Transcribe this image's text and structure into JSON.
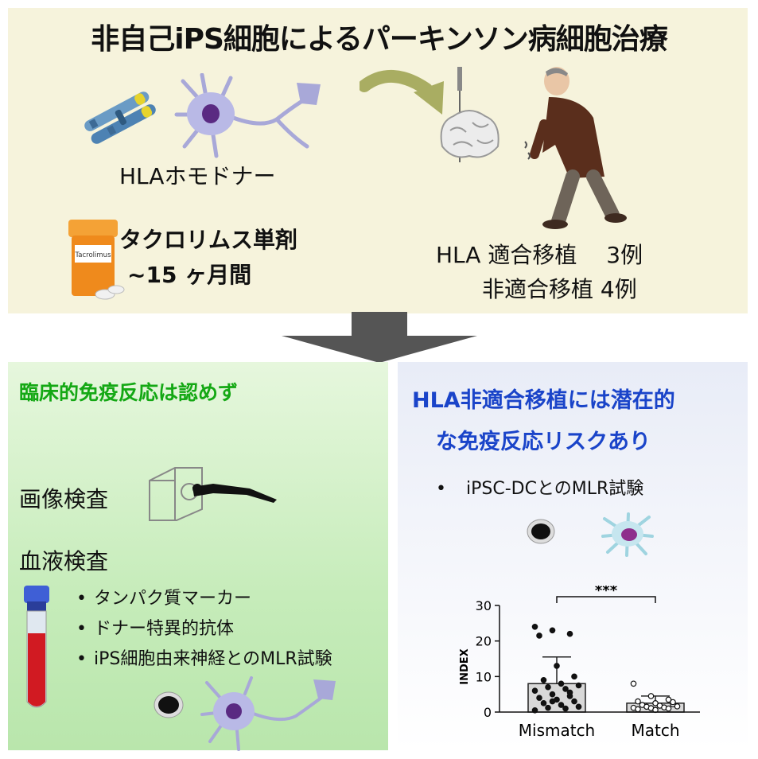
{
  "title": "非自己iPS細胞によるパーキンソン病細胞治療",
  "top": {
    "donor_label": "HLAホモドナー",
    "tacrolimus_bottle_label": "Tacrolimus",
    "tacrolimus_line1": "タクロリムス単剤",
    "tacrolimus_line2": "~15 ヶ月間",
    "result_match": "HLA 適合移植　 3例",
    "result_mismatch": "非適合移植 4例"
  },
  "left": {
    "heading": "臨床的免疫反応は認めず",
    "imaging_label": "画像検査",
    "blood_label": "血液検査",
    "blood_tests": [
      "タンパク質マーカー",
      "ドナー特異的抗体",
      "iPS細胞由来神経とのMLR試験"
    ]
  },
  "right": {
    "heading_line1": "HLA非適合移植には潜在的",
    "heading_line2": "な免疫反応リスクあり",
    "bullet": "iPSC-DCとのMLR試験"
  },
  "colors": {
    "left_heading": "#14a814",
    "right_heading": "#1a44c9",
    "top_panel": "#f6f3dc",
    "arrow": "#555555",
    "curved_arrow": "#a9ad62"
  },
  "chart_data": {
    "type": "bar",
    "categories": [
      "Mismatch",
      "Match"
    ],
    "values": [
      8,
      2.5
    ],
    "error_upper": [
      15.5,
      4.5
    ],
    "ylabel": "INDEX",
    "ylim": [
      0,
      30
    ],
    "yticks": [
      0,
      10,
      20,
      30
    ],
    "significance": "***",
    "points": [
      {
        "group": "Mismatch",
        "style": "filled",
        "values": [
          24,
          23,
          22,
          21.5,
          13,
          10,
          9,
          8,
          7.5,
          7,
          6.5,
          6,
          5,
          4.5,
          4,
          3.5,
          3,
          2.5,
          2,
          1.5,
          1.2,
          1,
          0.5,
          3,
          5.5
        ]
      },
      {
        "group": "Match",
        "style": "open",
        "values": [
          8,
          4.5,
          3.5,
          3,
          2.5,
          2.2,
          2,
          1.8,
          1.6,
          1.5,
          1.3,
          1.2,
          1.1,
          1,
          0.8,
          0.6,
          2.8
        ]
      }
    ]
  }
}
